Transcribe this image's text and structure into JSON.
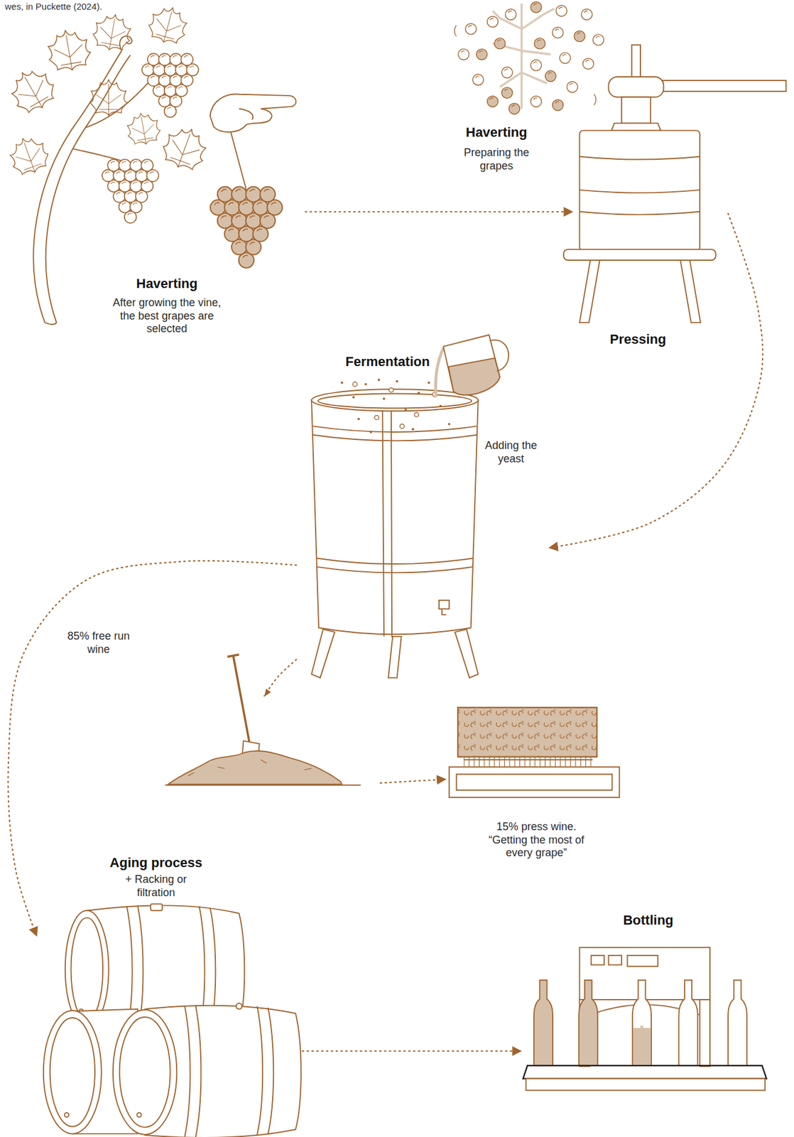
{
  "diagram": {
    "caption": "wes, in Puckette (2024).",
    "nodes": [
      {
        "text": [
          "Haverting",
          "After growing the vine, the best grapes are selected"
        ]
      },
      {
        "text": [
          "Haverting",
          "Preparing the grapes"
        ]
      },
      {
        "text": [
          "Pressing"
        ]
      },
      {
        "text": [
          "Fermentation",
          "Adding the yeast"
        ]
      },
      {
        "text": [
          "15% press wine. “Getting the most of every grape”"
        ]
      },
      {
        "text": [
          "Aging process",
          "+ Racking or filtration"
        ]
      },
      {
        "text": [
          "Bottling"
        ]
      }
    ],
    "edges": [
      {
        "from": 0,
        "to": 2,
        "arrow": "to"
      },
      {
        "from": 2,
        "to": 3,
        "arrow": "to"
      },
      {
        "from": 3,
        "to": 5,
        "label": "85% free run wine",
        "arrow": "to"
      },
      {
        "from": 3,
        "to": 4,
        "arrow": "to"
      },
      {
        "from": 5,
        "to": 6,
        "arrow": "to"
      }
    ]
  }
}
